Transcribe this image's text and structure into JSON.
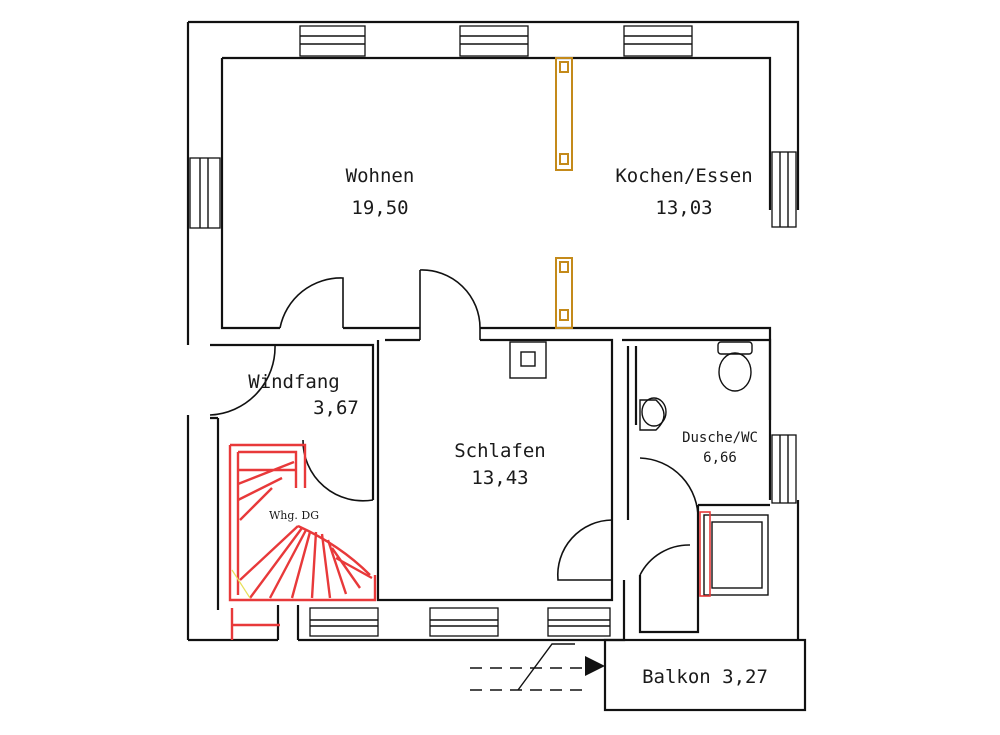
{
  "rooms": {
    "wohnen": {
      "name": "Wohnen",
      "area": "19,50"
    },
    "kochen": {
      "name": "Kochen/Essen",
      "area": "13,03"
    },
    "windfang": {
      "name": "Windfang",
      "area": "3,67"
    },
    "schlafen": {
      "name": "Schlafen",
      "area": "13,43"
    },
    "dusche": {
      "name": "Dusche/WC",
      "area": "6,66"
    },
    "balkon": {
      "label": "Balkon 3,27"
    }
  },
  "stairs": {
    "label": "Whg. DG"
  },
  "colors": {
    "walls": "#111111",
    "stairs": "#e8393a",
    "beam": "#c48a1a"
  }
}
